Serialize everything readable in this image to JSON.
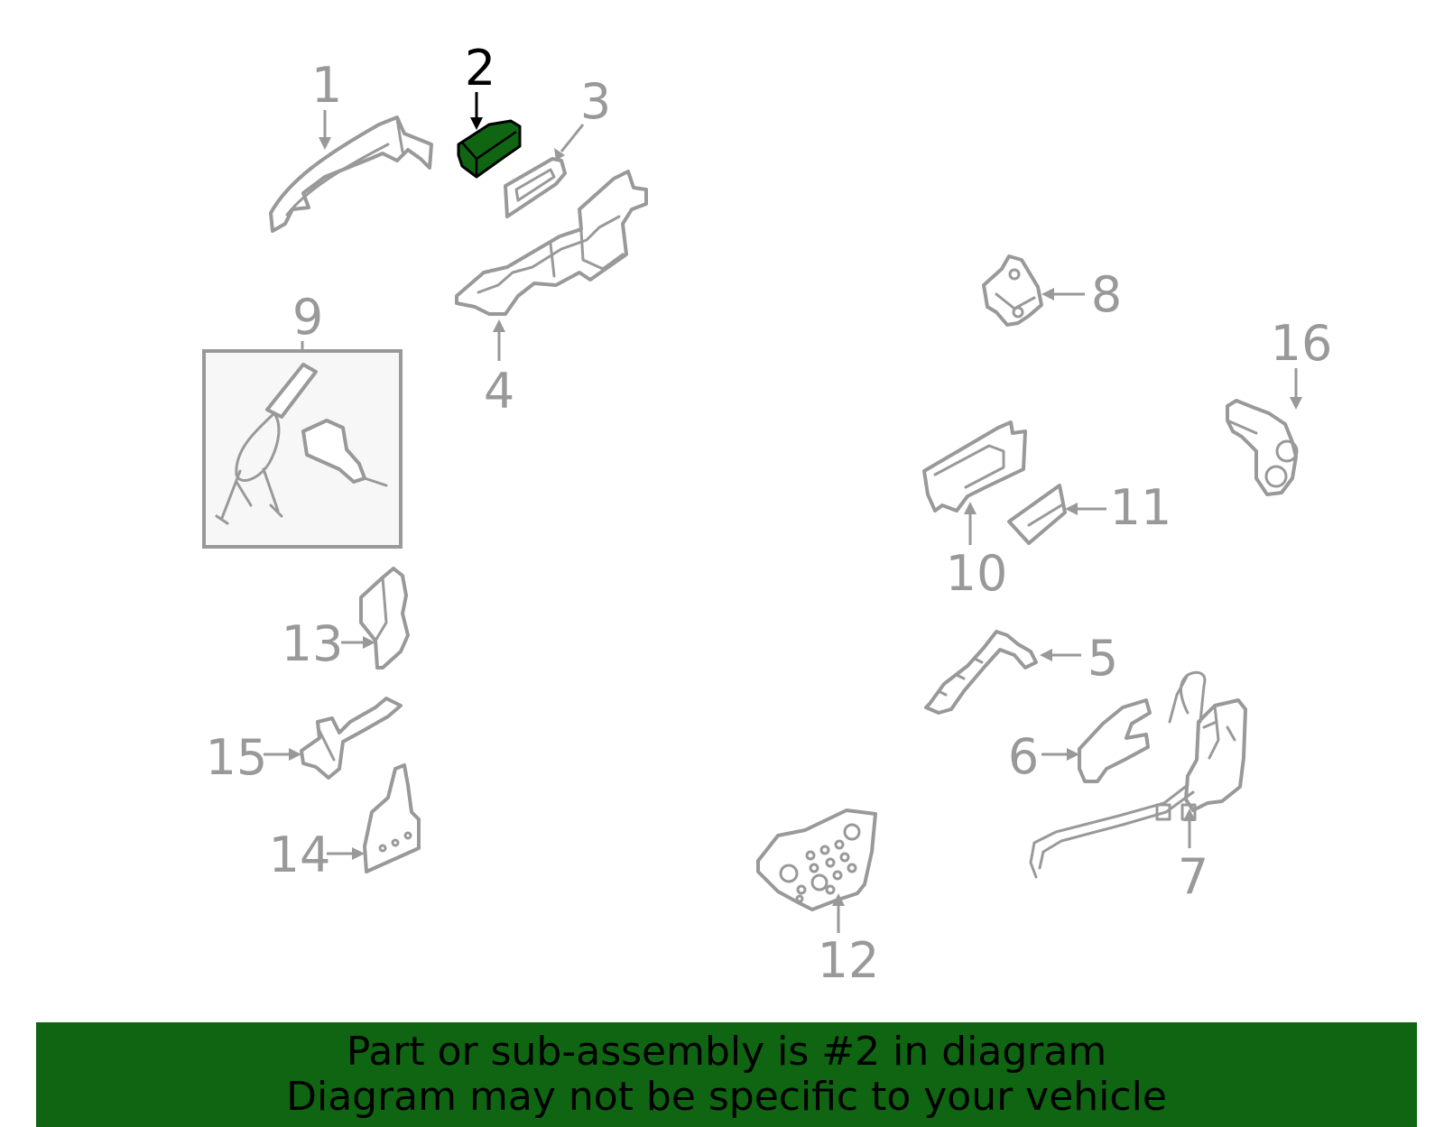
{
  "colors": {
    "highlight": "#0f6512",
    "outline": "#999999",
    "banner_background": "#0f6512",
    "banner_text": "#000000",
    "sub_assembly_box": "#f7f7f7"
  },
  "highlighted_part": "2",
  "callouts": {
    "c1": "1",
    "c2": "2",
    "c3": "3",
    "c4": "4",
    "c5": "5",
    "c6": "6",
    "c7": "7",
    "c8": "8",
    "c9": "9",
    "c10": "10",
    "c11": "11",
    "c12": "12",
    "c13": "13",
    "c14": "14",
    "c15": "15",
    "c16": "16"
  },
  "banner": {
    "line1": "Part or sub-assembly is #2 in diagram",
    "line2": "Diagram may not be specific to your vehicle"
  }
}
